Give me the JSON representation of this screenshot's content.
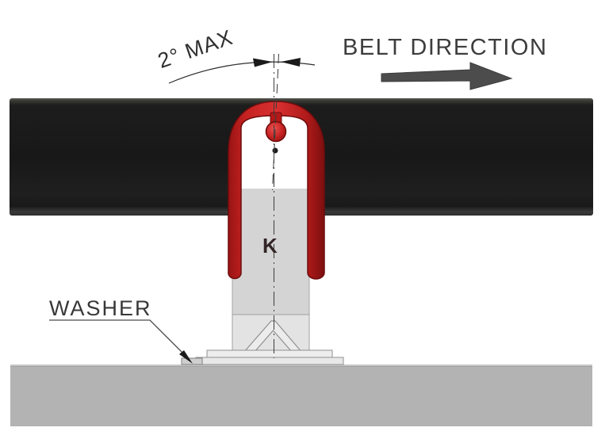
{
  "diagram": {
    "angle_label": "2° MAX",
    "belt_direction_label": "BELT DIRECTION",
    "washer_label": "WASHER",
    "blade_marking": "K"
  },
  "icons": {
    "belt_direction_arrow": "right-arrow",
    "angle_dimension": "arc-with-inward-arrowheads",
    "washer_leader": "leader-line-arrow"
  },
  "colors": {
    "blade_red": "#c62222",
    "blade_red_dark": "#6e0c0c",
    "belt_black": "#181818",
    "floor_gray": "#b3b3b3",
    "column_gray": "#d4d4d4",
    "label_text": "#3a3a3a",
    "arrow_gray": "#4c4c4c",
    "line_color": "#3c3c3c"
  }
}
